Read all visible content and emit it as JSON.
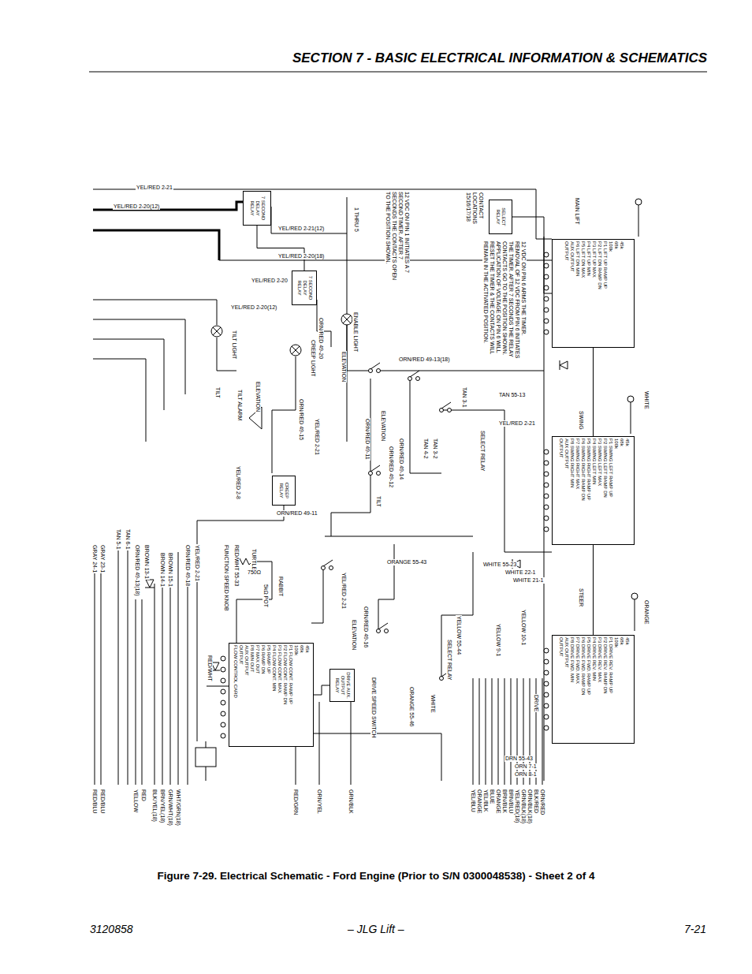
{
  "diagram": {
    "title": "SECTION 7 - BASIC ELECTRICAL INFORMATION & SCHEMATICS",
    "caption": "Figure 7-29.  Electrical Schematic - Ford Engine (Prior to S/N 0300048538) - Sheet 2 of 4",
    "nodes": [
      {
        "text": [
          "7 SECOND DELAY RELAY"
        ]
      },
      {
        "text": [
          "7 SECOND DELAY RELAY"
        ]
      },
      {
        "text": [
          "SELECT RELAY"
        ]
      },
      {
        "text": [
          "45k",
          "68k",
          "100k",
          "P1 LIFT UP RAMP UP",
          "P2 LIFT DN RAMP DN",
          "P3 LIFT UP MAX",
          "P4 LIFT UP MIN",
          "P5 LIFT DN MAX",
          "P6 LIFT DN MIN",
          "AUX OUTPUT",
          "OUTPUT"
        ]
      },
      {
        "text": [
          "45k",
          "68k",
          "100k",
          "P1 SWING LEFT RAMP UP",
          "P2 SWING LEFT RAMP DN",
          "P3 SWING LEFT MAX",
          "P4 SWING LEFT MIN",
          "P5 SWING RIGHT RAMP UP",
          "P6 SWING RIGHT RAMP DN",
          "P7 SWING RIGHT MAX",
          "P8 SWING RIGHT MIN",
          "AUX OUTPUT",
          "OUTPUT"
        ]
      },
      {
        "text": [
          "45k",
          "68k",
          "100k",
          "P1 DRIVE REV. RAMP UP",
          "P2 DRIVE REV. RAMP DN",
          "P3 DRIVE REV. MAX",
          "P4 DRIVE REV. MIN",
          "P5 DRIVE FWD. RAMP UP",
          "P6 DRIVE FWD. RAMP DN",
          "P7 DRIVE FWD. MAX",
          "P8 DRIVE FWD. MIN",
          "AUX OUTPUT",
          "OUTPUT"
        ]
      },
      {
        "text": [
          "CREEP RELAY"
        ]
      },
      {
        "text": [
          "45k",
          "68k",
          "100k",
          "P1 FLOW CONT. RAMP UP",
          "P2 FLOW CONT. RAMP DN",
          "P3 FLOW CONT. MAX",
          "P4 FLOW CONT. MIN",
          "P5 RAMP UP",
          "P6 RAMP DN",
          "P7 MAX OUT",
          "P8 MIN OUT",
          "AUX OUTPUT",
          "OUTPUT",
          "FLOW CONTROL CARD"
        ]
      },
      {
        "text": [
          "DRIVE AUX. OUTPUT RELAY"
        ]
      }
    ],
    "edges": [
      {
        "from": 0,
        "to": 1,
        "arrow": "none"
      },
      {
        "from": 2,
        "to": 3,
        "arrow": "none"
      },
      {
        "from": 3,
        "to": 4,
        "arrow": "none"
      },
      {
        "from": 7,
        "to": 8,
        "arrow": "none"
      },
      {
        "from": 4,
        "to": 5,
        "arrow": "none"
      }
    ],
    "labels": [
      "3120858",
      "– JLG Lift –",
      "7-21",
      "YEL/RED 2-21",
      "YEL/RED 2-20(12)",
      "YEL/RED 2-21(12)",
      "YEL/RED 2-20(18)",
      "YEL/RED 2-20",
      "YEL/RED 2-20(12)",
      "ORN/RED 49-13(18)",
      "TAN 55-13",
      "YEL/RED 2-21",
      "ORANGE 55-43",
      "WHITE 55-23",
      "WHITE 22-1",
      "WHITE 21-1",
      "DRN 55-43",
      "ORN 7-1",
      "ORN 8-1",
      "MAIN LIFT",
      "SWING",
      "STEER",
      "DRIVE",
      "WHITE",
      "ORANGE",
      "TILT LIGHT",
      "CREEP LIGHT",
      "ENABLE LIGHT",
      "TILT ALARM",
      "ELEVATION",
      "TILT",
      "ELEVATION",
      "ELEVATION",
      "TILT",
      "SELECT RELAY",
      "TAN 3-1",
      "TAN 3-2",
      "TAN 4-2",
      "ORN/RED 49-14",
      "ORN/RED 49-12",
      "ORN/RED 49-11",
      "ORN/RED 49-11",
      "ORN/RED 49-15",
      "ORN/RED 49-20",
      "YEL/RED 2-21",
      "YEL/RED 2-8",
      "RABBIT",
      "TURTLE",
      "5kΩ POT",
      "750Ω",
      "FUNCTION SPEED KNOB",
      "RED/WHT 55-33",
      "ORN/RED 49-16",
      "YEL/RED 2-21",
      "ELEVATION",
      "DRIVE SPEED SWITCH",
      "ORANGE 55-46",
      "WHITE",
      "YELLOW 55-44",
      "YELLOW 9-1",
      "YELLOW 10-1",
      "SELECT RELAY",
      "RED/WHT",
      "ORN/RED 49-18",
      "YEL/RED 2-21",
      "ORN/RED 49-13(18)",
      "BROWN 13-1",
      "BROWN 14-1",
      "BROWN 15-1",
      "TAN 6-1",
      "TAN 5-1",
      "GRAY 23-1",
      "GRAY 24-1",
      "RED/BLU",
      "RED/BLU",
      "YELLOW",
      "RED",
      "BLK/YEL(18)",
      "BRN/YEL(18)",
      "GRN/WHT(18)",
      "WHT/GRN(18)",
      "RED/GRN",
      "ORN/YEL",
      "GRN/BLK",
      "YEL/BLU",
      "ORANGE",
      "YEL/BLK",
      "BLUE",
      "ORANGE",
      "BRN/BLK",
      "BRN/BLU",
      "YEL/RED(18)",
      "GRN/BLK(18)",
      "ORN/BLK(18)",
      "BLK/RED",
      "ORN/RED",
      "12 VDC ON PIN 1 INITIATES A 7 SECOND TIMER. AFTER 7 SECONDS THE CONTACTS OPEN TO THE POSITION SHOWN.",
      "CONTACT LOCATIONS 15/16/17/18",
      "12 VDC ON PIN 6 ARMS THE TIMER. REMOVAL OF 12 VDC FROM PIN 6 INITIATES THE TIMER. AFTER 7 SECONDS THE RELAY CONTACTS GO TO THE POSITION SHOWN. APPLICATION OF VOLTAGE ON PIN 6 WILL RESET THE TIMER & THE CONTACTS WILL REMAIN IN THE ACTIVATED POSITION.",
      "1 THRU 5"
    ]
  }
}
